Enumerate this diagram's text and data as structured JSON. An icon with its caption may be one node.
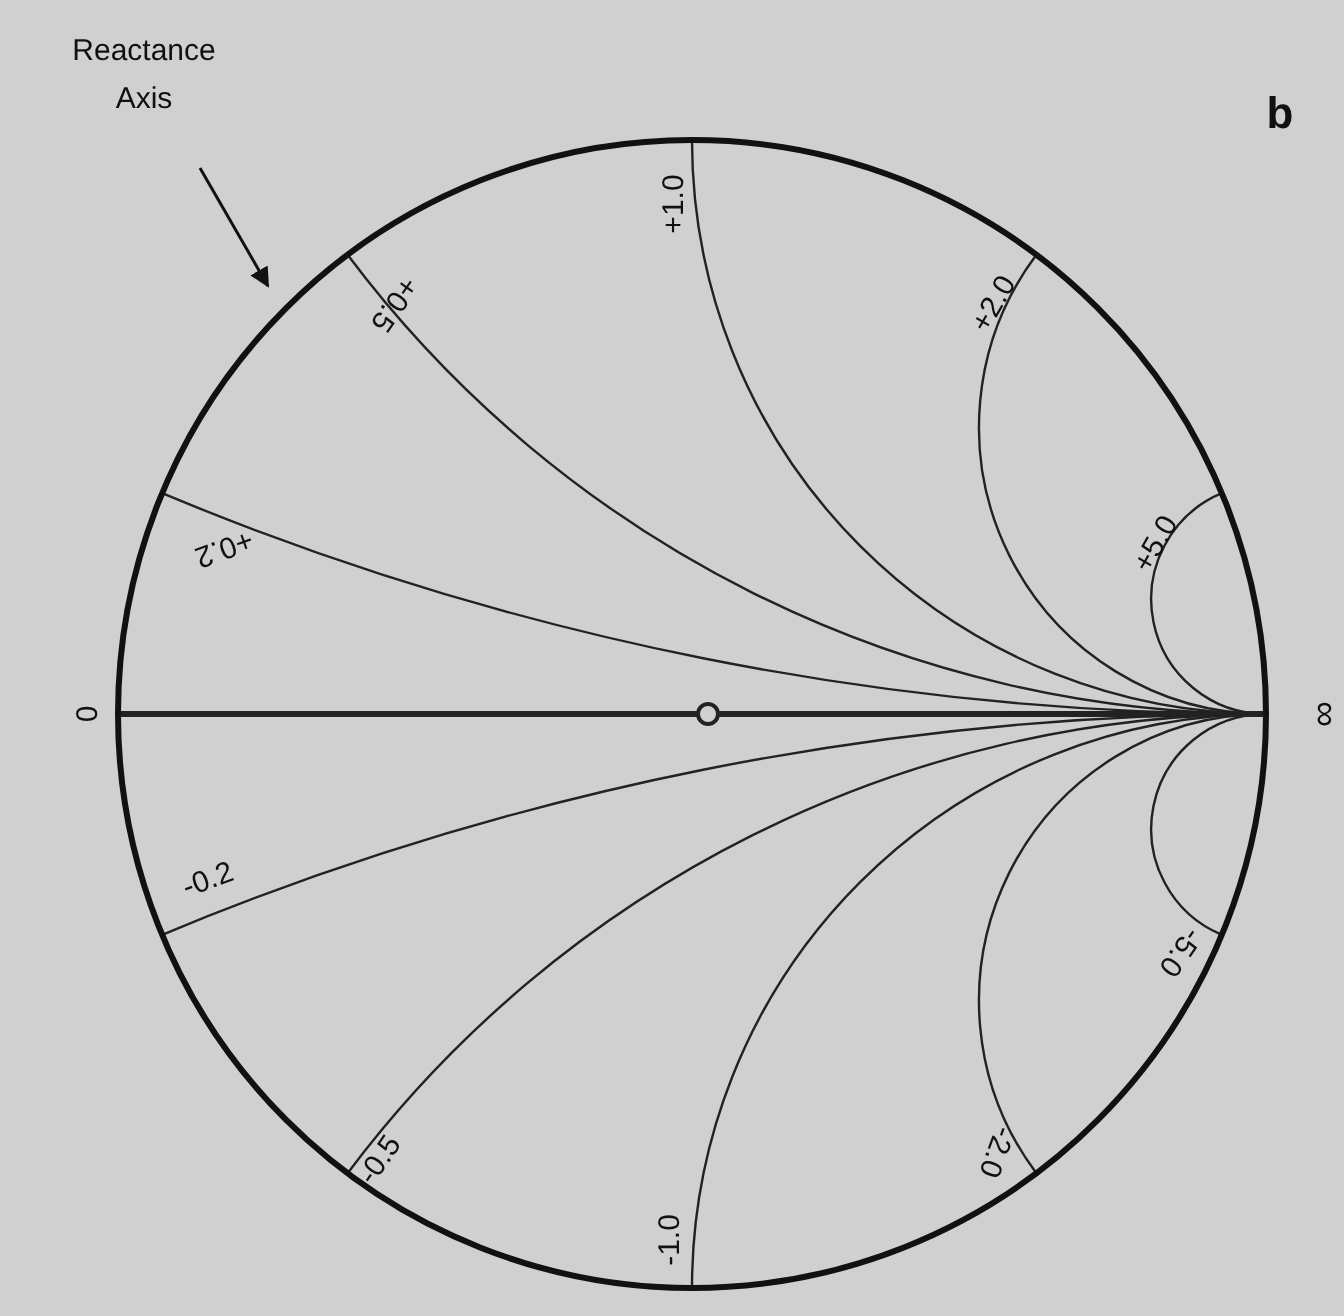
{
  "diagram": {
    "nodes": [
      {
        "text": [
          "Reactance Axis"
        ]
      },
      {
        "text": [],
        "shape": "circle"
      }
    ],
    "edges": [
      {
        "from": 0,
        "to": 1,
        "arrow": "to"
      }
    ],
    "labels": [
      "b",
      "+1.0",
      "+2.0",
      "+0.5",
      "+5.0",
      "+0.2",
      "0",
      "∞",
      "-0.2",
      "-5.0",
      "-0.5",
      "-2.0",
      "-1.0"
    ]
  }
}
